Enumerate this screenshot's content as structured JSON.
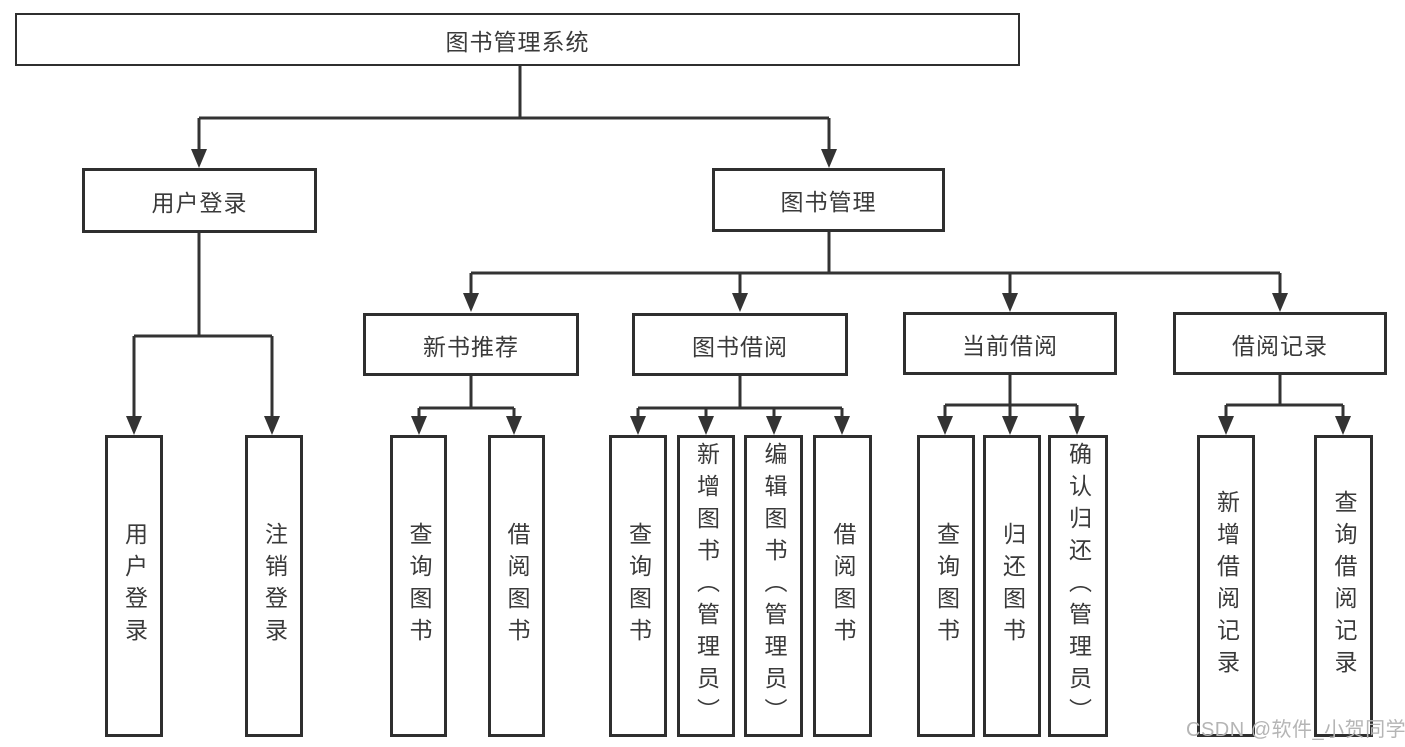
{
  "diagram": {
    "tree": {
      "label": "图书管理系统",
      "children": [
        {
          "label": "用户登录",
          "children": [
            {
              "label": "用户登录"
            },
            {
              "label": "注销登录"
            }
          ]
        },
        {
          "label": "图书管理",
          "children": [
            {
              "label": "新书推荐",
              "children": [
                {
                  "label": "查询图书"
                },
                {
                  "label": "借阅图书"
                }
              ]
            },
            {
              "label": "图书借阅",
              "children": [
                {
                  "label": "查询图书"
                },
                {
                  "label": "新增图书（管理员）"
                },
                {
                  "label": "编辑图书（管理员）"
                },
                {
                  "label": "借阅图书"
                }
              ]
            },
            {
              "label": "当前借阅",
              "children": [
                {
                  "label": "查询图书"
                },
                {
                  "label": "归还图书"
                },
                {
                  "label": "确认归还（管理员）"
                }
              ]
            },
            {
              "label": "借阅记录",
              "children": [
                {
                  "label": "新增借阅记录"
                },
                {
                  "label": "查询借阅记录"
                }
              ]
            }
          ]
        }
      ]
    },
    "colors": {
      "line": "#333333",
      "box_border": "#2f2f2f",
      "text": "#3a3a3a",
      "background": "#ffffff",
      "watermark": "#b5b5b5"
    }
  },
  "watermark": {
    "text": "CSDN @软件_小贺同学"
  }
}
